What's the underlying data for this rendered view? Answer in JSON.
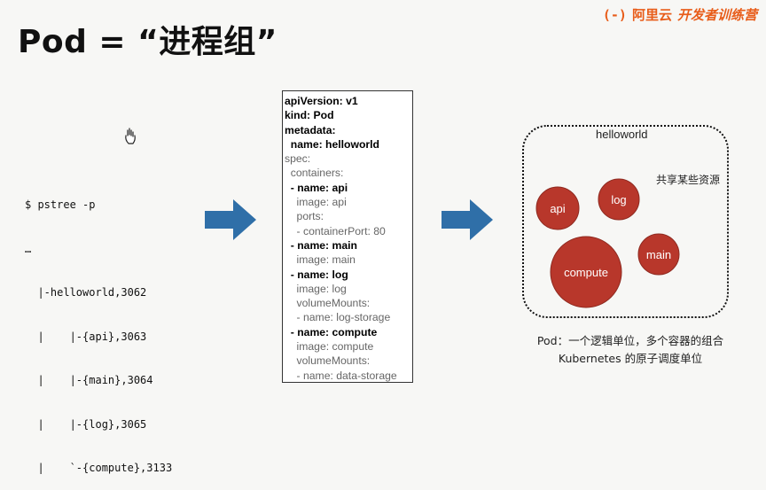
{
  "slide": {
    "title": "Pod = “进程组”"
  },
  "brand": {
    "logo": "(-)",
    "company": "阿里云",
    "program": "开发者训练营",
    "color": "#e85d1a"
  },
  "pstree": {
    "lines": [
      "$ pstree -p",
      "…",
      "  |-helloworld,3062",
      "  |    |-{api},3063",
      "  |    |-{main},3064",
      "  |    |-{log},3065",
      "  |    `-{compute},3133"
    ]
  },
  "yaml": {
    "lines": [
      {
        "text": "apiVersion: v1",
        "style": "bold"
      },
      {
        "text": "kind: Pod",
        "style": "bold"
      },
      {
        "text": "metadata:",
        "style": "bold"
      },
      {
        "text": "  name: helloworld",
        "style": "bold"
      },
      {
        "text": "spec:",
        "style": "light"
      },
      {
        "text": "  containers:",
        "style": "light"
      },
      {
        "text": "  - name: api",
        "style": "bold"
      },
      {
        "text": "    image: api",
        "style": "light"
      },
      {
        "text": "    ports:",
        "style": "light"
      },
      {
        "text": "    - containerPort: 80",
        "style": "light"
      },
      {
        "text": "  - name: main",
        "style": "bold"
      },
      {
        "text": "    image: main",
        "style": "light"
      },
      {
        "text": "  - name: log",
        "style": "bold"
      },
      {
        "text": "    image: log",
        "style": "light"
      },
      {
        "text": "    volumeMounts:",
        "style": "light"
      },
      {
        "text": "    - name: log-storage",
        "style": "light"
      },
      {
        "text": "  - name: compute",
        "style": "bold"
      },
      {
        "text": "    image: compute",
        "style": "light"
      },
      {
        "text": "    volumeMounts:",
        "style": "light"
      },
      {
        "text": "    - name: data-storage",
        "style": "light"
      }
    ]
  },
  "pod": {
    "name": "helloworld",
    "shared_label": "共享某些资源",
    "containers": [
      "api",
      "log",
      "compute",
      "main"
    ],
    "bubble_color": "#b8372b"
  },
  "caption": {
    "line1": "Pod：一个逻辑单位，多个容器的组合",
    "line2": "Kubernetes 的原子调度单位"
  },
  "arrow_color": "#2f6fa8"
}
